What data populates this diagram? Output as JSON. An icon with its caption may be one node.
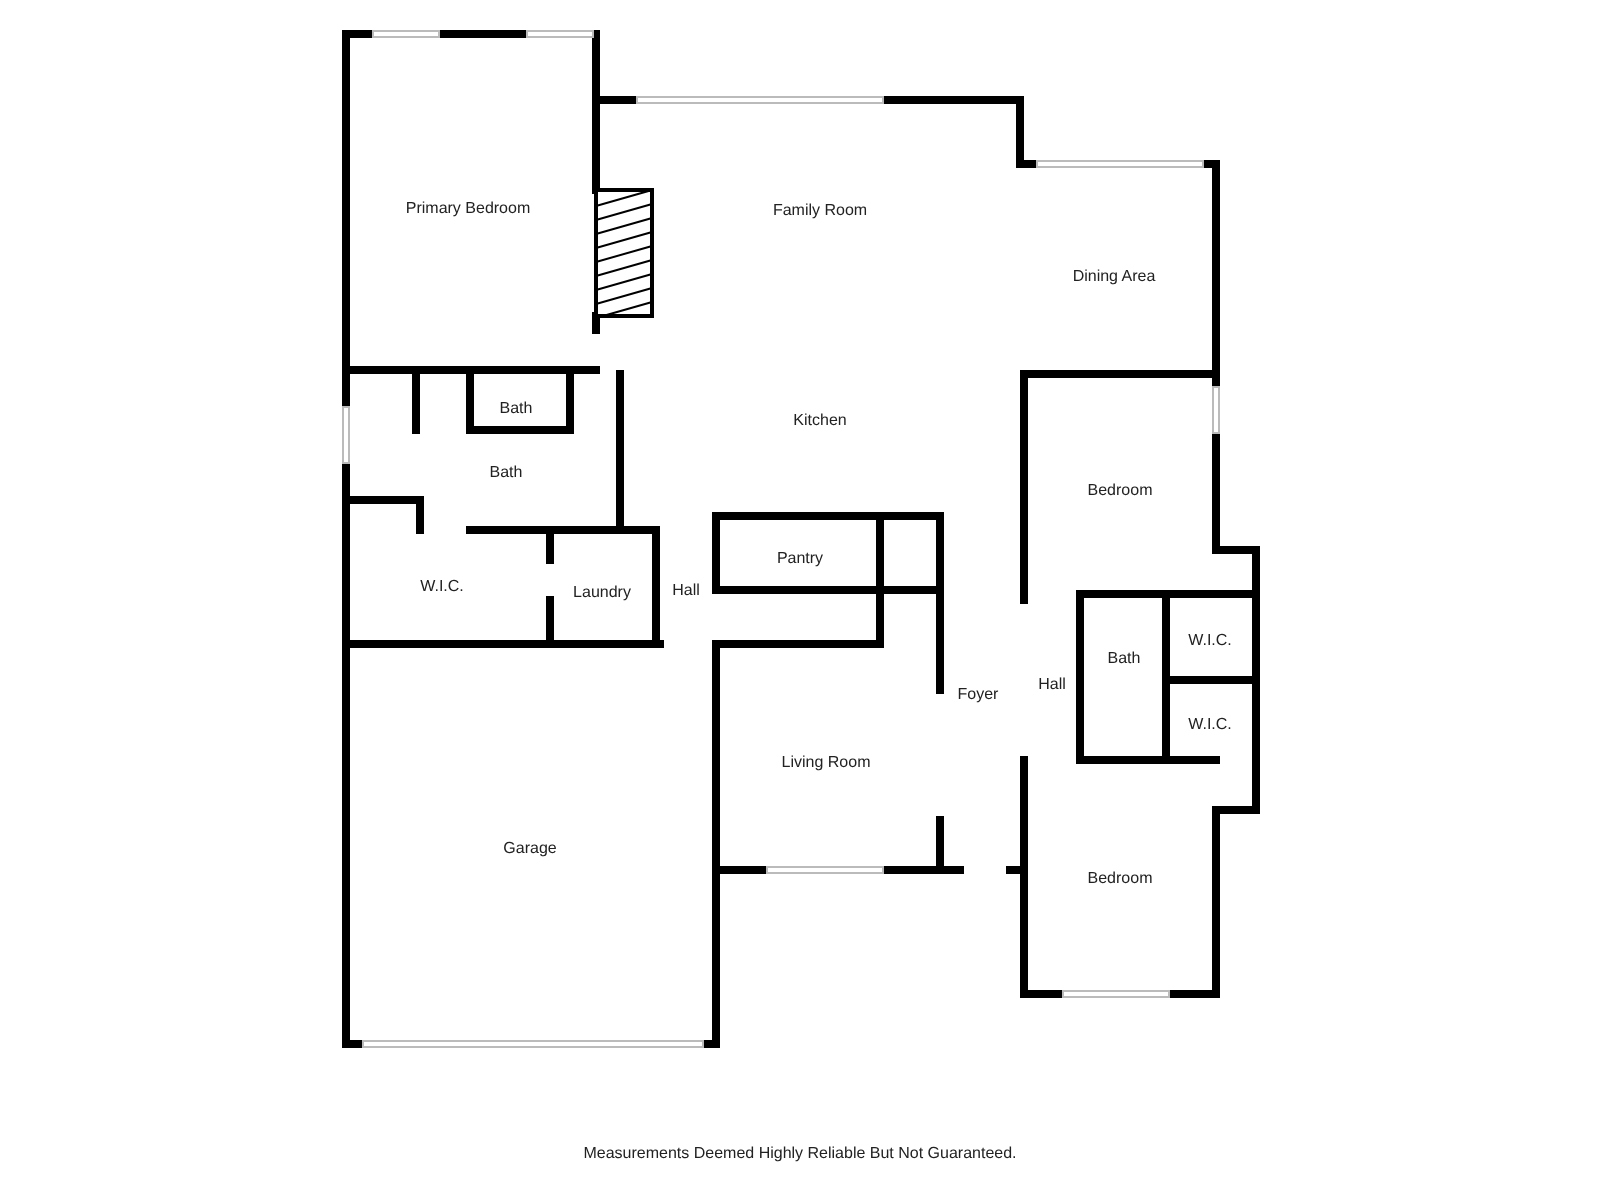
{
  "diagram": {
    "caption": "Measurements Deemed Highly Reliable But Not Guaranteed.",
    "labels": [
      "Primary Bedroom",
      "Family Room",
      "Dining Area",
      "Bath",
      "Kitchen",
      "Bath",
      "Bedroom",
      "Pantry",
      "W.I.C.",
      "Laundry",
      "Hall",
      "W.I.C.",
      "Bath",
      "Hall",
      "Foyer",
      "W.I.C.",
      "Living Room",
      "Garage",
      "Bedroom"
    ]
  }
}
